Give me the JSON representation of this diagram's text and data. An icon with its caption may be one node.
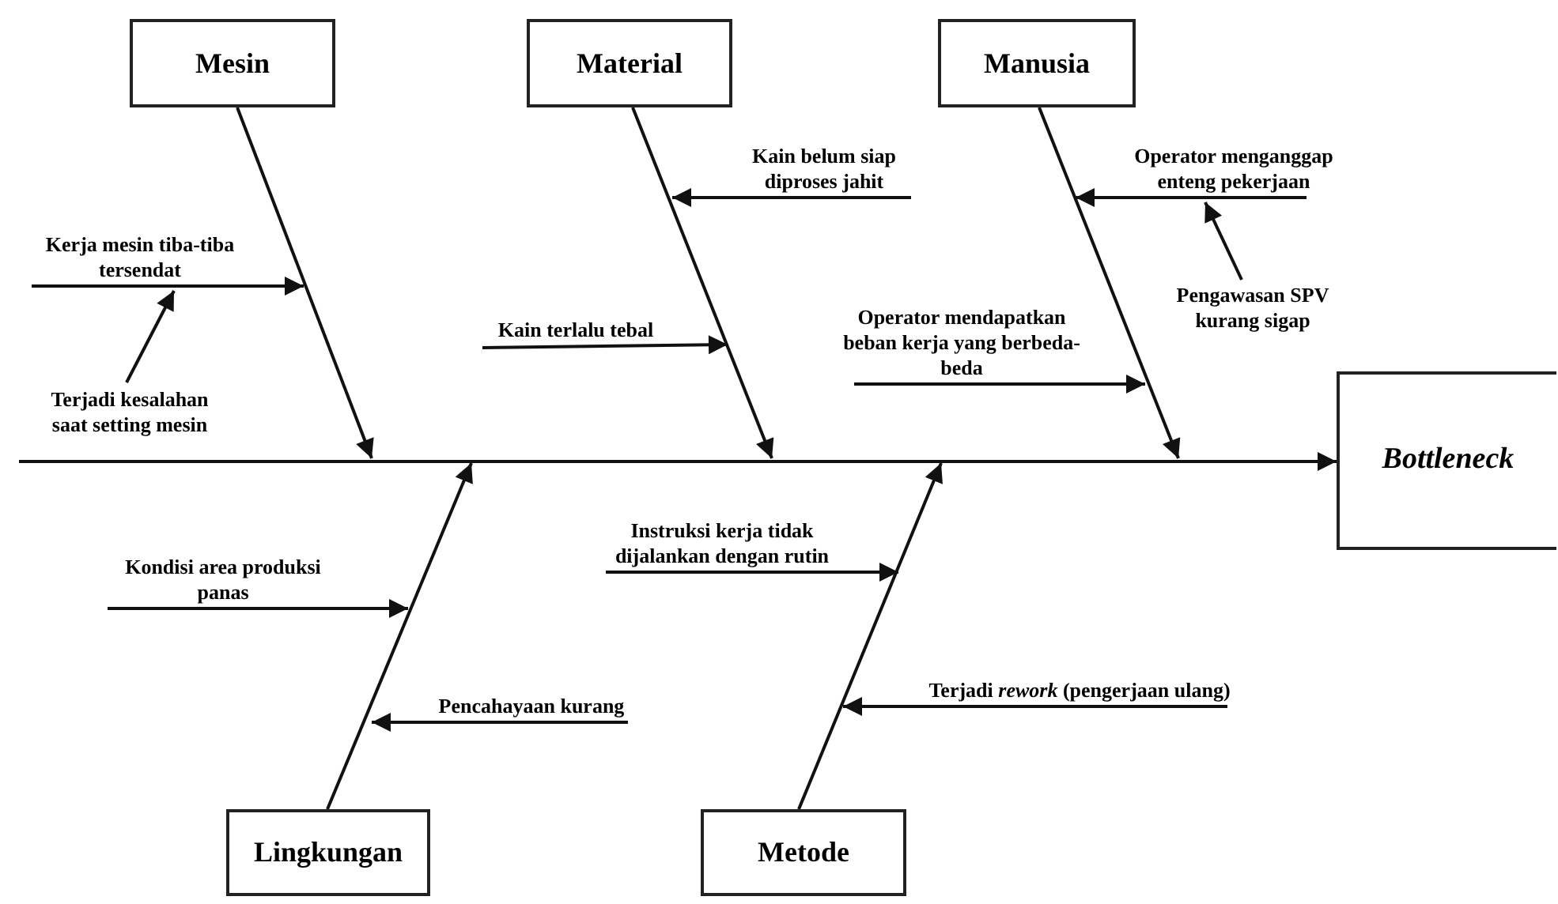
{
  "diagram": {
    "nodes": [
      {
        "text": [
          "Mesin"
        ]
      },
      {
        "text": [
          "Material"
        ]
      },
      {
        "text": [
          "Manusia"
        ]
      },
      {
        "text": [
          "Kain belum siap diproses jahit"
        ]
      },
      {
        "text": [
          "Operator menganggap enteng pekerjaan"
        ]
      },
      {
        "text": [
          "Kerja mesin tiba-tiba tersendat"
        ]
      },
      {
        "text": [
          "Operator mendapatkan beban kerja yang berbeda-beda"
        ]
      },
      {
        "text": [
          "Pengawasan SPV kurang sigap"
        ]
      },
      {
        "text": [
          "Kain terlalu tebal"
        ]
      },
      {
        "text": [
          "Terjadi kesalahan saat setting mesin"
        ]
      },
      {
        "text": [
          "Bottleneck"
        ]
      },
      {
        "text": [
          "Instruksi kerja tidak dijalankan dengan rutin"
        ]
      },
      {
        "text": [
          "Kondisi area produksi panas"
        ]
      },
      {
        "text": [
          "Terjadi *rework* (pengerjaan ulang)"
        ]
      },
      {
        "text": [
          "Pencahayaan kurang"
        ]
      },
      {
        "text": [
          "Lingkungan"
        ]
      },
      {
        "text": [
          "Metode"
        ]
      }
    ],
    "edges": [
      {
        "from": 0,
        "to": null,
        "arrow": "to"
      },
      {
        "from": 1,
        "to": null,
        "arrow": "to"
      },
      {
        "from": 2,
        "to": null,
        "arrow": "to"
      },
      {
        "from": 15,
        "to": null,
        "arrow": "to"
      },
      {
        "from": 16,
        "to": null,
        "arrow": "to"
      },
      {
        "from": null,
        "to": 10,
        "arrow": "to"
      },
      {
        "from": 3,
        "to": null,
        "arrow": "to"
      },
      {
        "from": 4,
        "to": null,
        "arrow": "to"
      },
      {
        "from": 5,
        "to": null,
        "arrow": "to"
      },
      {
        "from": 7,
        "to": 4,
        "arrow": "to"
      },
      {
        "from": 6,
        "to": null,
        "arrow": "to"
      },
      {
        "from": 8,
        "to": null,
        "arrow": "to"
      },
      {
        "from": 9,
        "to": 5,
        "arrow": "to"
      },
      {
        "from": 11,
        "to": null,
        "arrow": "to"
      },
      {
        "from": 12,
        "to": null,
        "arrow": "to"
      },
      {
        "from": 13,
        "to": null,
        "arrow": "to"
      },
      {
        "from": 14,
        "to": null,
        "arrow": "to"
      }
    ]
  }
}
